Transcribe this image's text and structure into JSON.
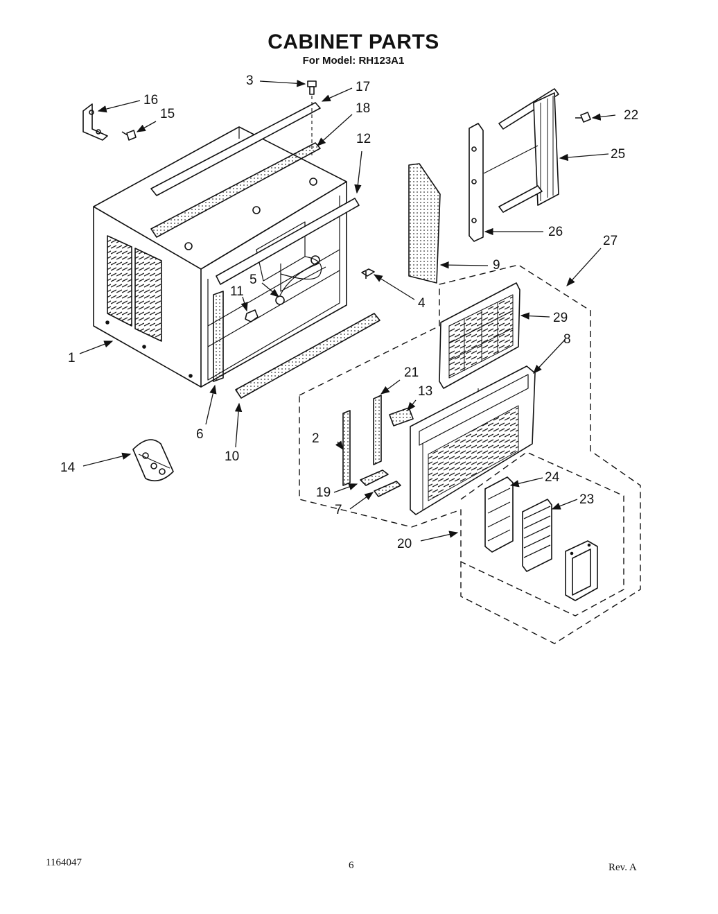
{
  "header": {
    "title": "CABINET PARTS",
    "subtitle": "For Model: RH123A1"
  },
  "part_labels": [
    "1",
    "2",
    "3",
    "4",
    "5",
    "6",
    "7",
    "8",
    "9",
    "10",
    "11",
    "12",
    "13",
    "14",
    "15",
    "16",
    "17",
    "18",
    "19",
    "20",
    "21",
    "22",
    "23",
    "24",
    "25",
    "26",
    "27",
    "29"
  ],
  "footer": {
    "doc_number": "1164047",
    "page": "6",
    "revision": "Rev. A"
  }
}
